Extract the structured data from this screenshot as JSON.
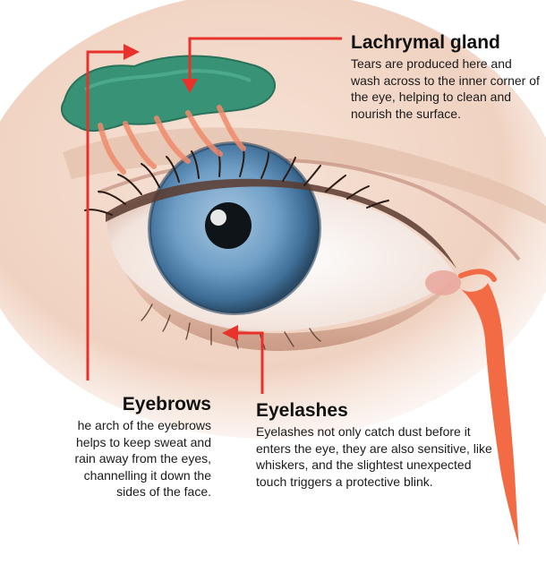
{
  "labels": {
    "lachrymal": {
      "title": "Lachrymal gland",
      "text": "Tears are produced here and wash across to the inner corner of the eye, helping to clean and nourish the surface."
    },
    "eyebrows": {
      "title": "Eyebrows",
      "text": "he arch of the eyebrows\nhelps to keep sweat and\nrain away from the eyes,\nchannelling it down the\nsides of the face."
    },
    "eyelashes": {
      "title": "Eyelashes",
      "text": "Eyelashes not only catch dust before it enters the eye, they are also sensitive, like whiskers, and the slightest unexpected touch triggers a protective blink."
    }
  },
  "colors": {
    "pointer": "#e8322b",
    "gland": "#2e8f72",
    "duct": "#f26b45",
    "iris": "#6fa0c8",
    "skin": "#f3d9c9"
  }
}
